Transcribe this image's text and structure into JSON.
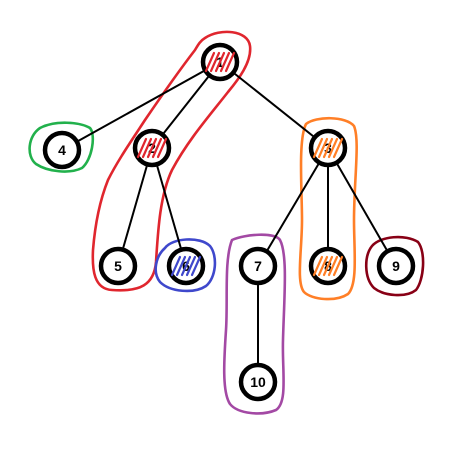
{
  "tree": {
    "nodes": [
      {
        "id": "1",
        "label": "1"
      },
      {
        "id": "2",
        "label": "2"
      },
      {
        "id": "3",
        "label": "3"
      },
      {
        "id": "4",
        "label": "4"
      },
      {
        "id": "5",
        "label": "5"
      },
      {
        "id": "6",
        "label": "6"
      },
      {
        "id": "7",
        "label": "7"
      },
      {
        "id": "8",
        "label": "8"
      },
      {
        "id": "9",
        "label": "9"
      },
      {
        "id": "10",
        "label": "10"
      }
    ],
    "edges": [
      [
        "1",
        "4"
      ],
      [
        "1",
        "2"
      ],
      [
        "1",
        "3"
      ],
      [
        "2",
        "5"
      ],
      [
        "2",
        "6"
      ],
      [
        "3",
        "7"
      ],
      [
        "3",
        "8"
      ],
      [
        "3",
        "9"
      ],
      [
        "7",
        "10"
      ]
    ]
  },
  "highlights": [
    {
      "name": "red-group",
      "color": "#e0262e",
      "members": [
        "1",
        "2",
        "5"
      ]
    },
    {
      "name": "green-group",
      "color": "#22b14c",
      "members": [
        "4"
      ]
    },
    {
      "name": "blue-group",
      "color": "#3f48cc",
      "members": [
        "6"
      ]
    },
    {
      "name": "purple-group",
      "color": "#a349a4",
      "members": [
        "7",
        "10"
      ]
    },
    {
      "name": "orange-group",
      "color": "#ff7f27",
      "members": [
        "3",
        "8"
      ]
    },
    {
      "name": "darkred-group",
      "color": "#880015",
      "members": [
        "9"
      ]
    }
  ],
  "hatched_nodes": [
    {
      "id": "1",
      "color": "#e0262e"
    },
    {
      "id": "2",
      "color": "#e0262e"
    },
    {
      "id": "3",
      "color": "#ff7f27"
    },
    {
      "id": "6",
      "color": "#3f48cc"
    },
    {
      "id": "8",
      "color": "#ff7f27"
    }
  ]
}
